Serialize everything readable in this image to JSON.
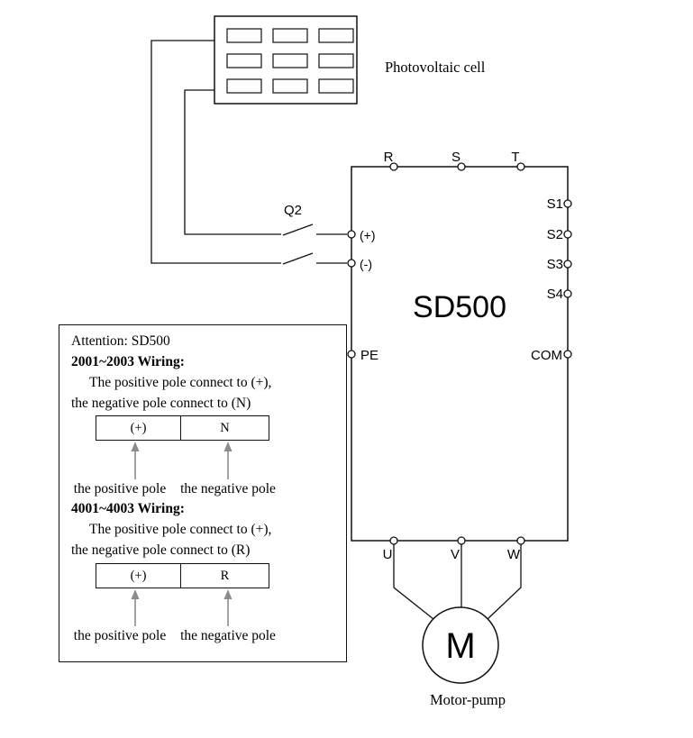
{
  "diagram": {
    "pv_label": "Photovoltaic cell",
    "device_label": "SD500",
    "switch_label": "Q2",
    "terminals": {
      "r": "R",
      "s": "S",
      "t": "T",
      "s1": "S1",
      "s2": "S2",
      "s3": "S3",
      "s4": "S4",
      "com": "COM",
      "pe": "PE",
      "plus": "(+)",
      "minus": "(-)",
      "u": "U",
      "v": "V",
      "w": "W"
    },
    "motor_label": "M",
    "motor_caption": "Motor-pump"
  },
  "attention": {
    "title": "Attention: SD500",
    "sections": [
      {
        "heading": "2001~2003 Wiring:",
        "line1": "The positive pole connect to (+),",
        "line2": "the negative pole connect to (N)",
        "cell_left": "(+)",
        "cell_right": "N",
        "caption_left": "the positive pole",
        "caption_right": "the negative pole"
      },
      {
        "heading": "4001~4003 Wiring:",
        "line1": "The positive pole connect to (+),",
        "line2": "the negative pole connect to (R)",
        "cell_left": "(+)",
        "cell_right": "R",
        "caption_left": "the positive pole",
        "caption_right": "the negative pole"
      }
    ]
  }
}
